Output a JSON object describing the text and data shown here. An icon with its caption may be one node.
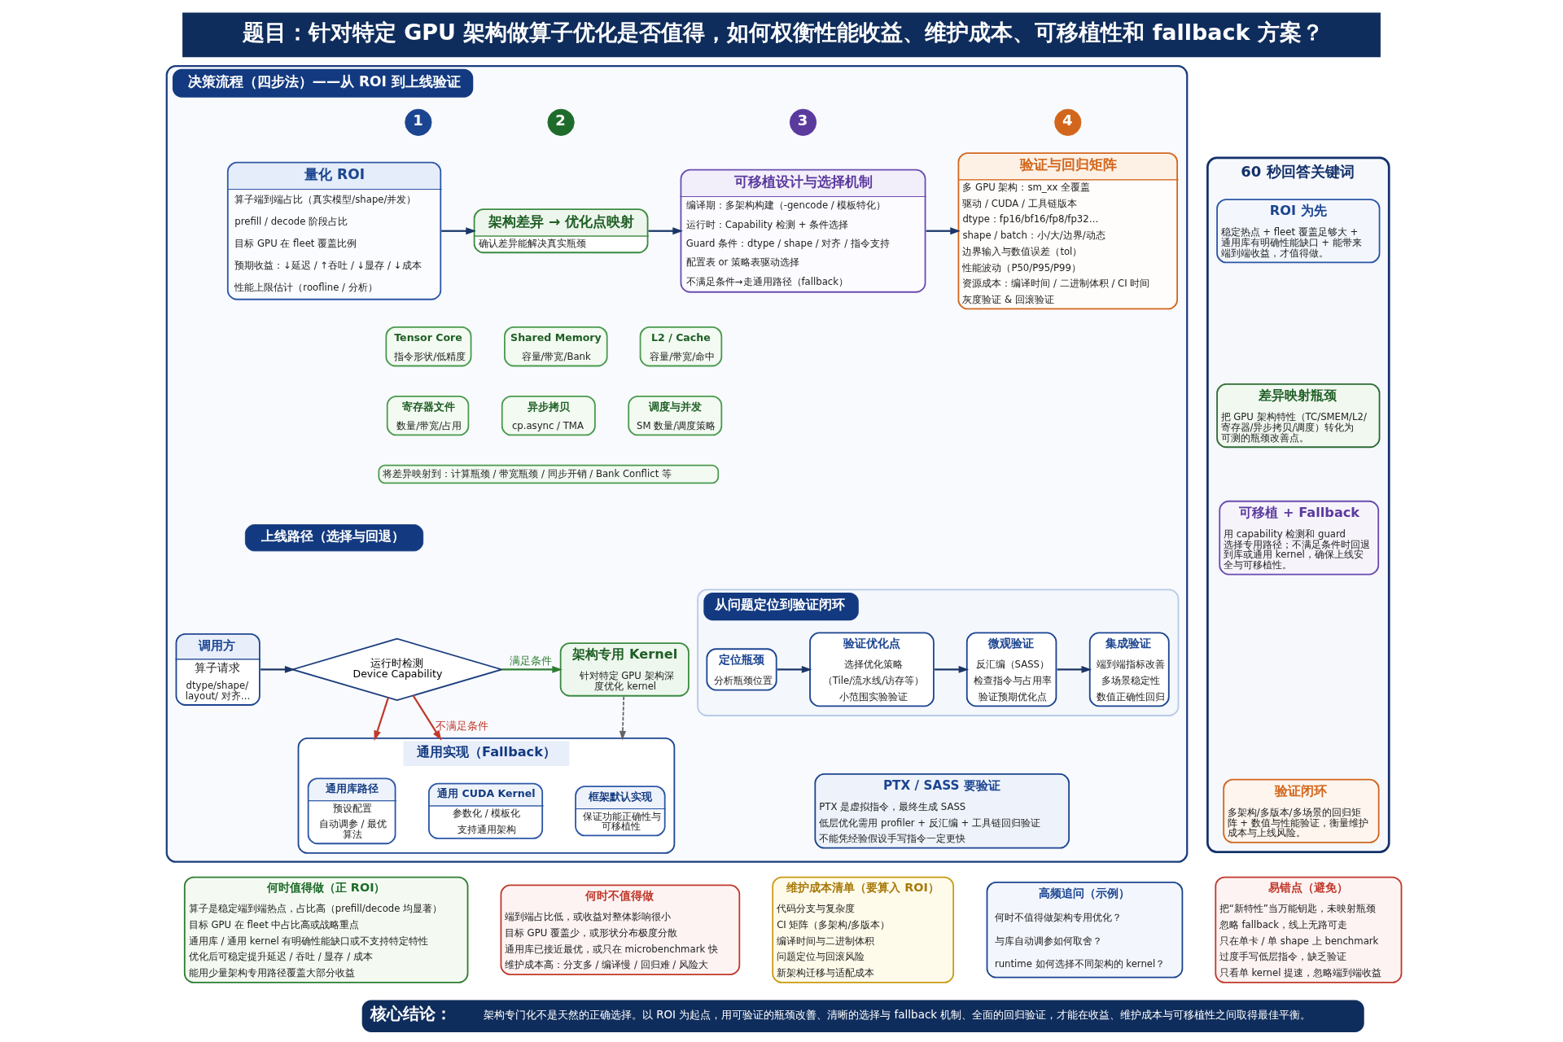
{
  "diagram": {
    "title": "题目：针对特定 GPU 架构做算子优化是否值得，如何权衡性能收益、维护成本、可移植性和 fallback 方案？",
    "nodes": [
      {
        "text": [
          "决策流程（四步法）——从 ROI 到上线验证"
        ]
      },
      {
        "text": [
          "1"
        ],
        "in": 0
      },
      {
        "text": [
          "量化 ROI",
          "算子端到端占比（真实模型/shape/并发）",
          "prefill / decode 阶段占比",
          "目标 GPU 在 fleet 覆盖比例",
          "预期收益：↓延迟 / ↑吞吐 / ↓显存 / ↓成本",
          "性能上限估计（roofline / 分析）"
        ],
        "in": 0
      },
      {
        "text": [
          "2"
        ],
        "in": 0
      },
      {
        "text": [
          "架构差异 → 优化点映射",
          "确认差异能解决真实瓶颈"
        ],
        "in": 0
      },
      {
        "text": [
          "Tensor Core",
          "指令形状/低精度"
        ],
        "in": 0
      },
      {
        "text": [
          "Shared Memory",
          "容量/带宽/Bank"
        ],
        "in": 0
      },
      {
        "text": [
          "L2 / Cache",
          "容量/带宽/命中"
        ],
        "in": 0
      },
      {
        "text": [
          "寄存器文件",
          "数量/带宽/占用"
        ],
        "in": 0
      },
      {
        "text": [
          "异步拷贝",
          "cp.async / TMA"
        ],
        "in": 0
      },
      {
        "text": [
          "调度与并发",
          "SM 数量/调度策略"
        ],
        "in": 0
      },
      {
        "text": [
          "将差异映射到：计算瓶颈 / 带宽瓶颈 / 同步开销 / Bank Conflict 等"
        ],
        "in": 0
      },
      {
        "text": [
          "3"
        ],
        "in": 0
      },
      {
        "text": [
          "可移植设计与选择机制",
          "编译期：多架构构建（-gencode / 模板特化）",
          "运行时：Capability 检测 + 条件选择",
          "Guard 条件：dtype / shape / 对齐 / 指令支持",
          "配置表 or 策略表驱动选择",
          "不满足条件→走通用路径（fallback）"
        ],
        "in": 0
      },
      {
        "text": [
          "4"
        ],
        "in": 0
      },
      {
        "text": [
          "验证与回归矩阵",
          "多 GPU 架构：sm_xx 全覆盖",
          "驱动 / CUDA / 工具链版本",
          "dtype：fp16/bf16/fp8/fp32…",
          "shape / batch：小/大/边界/动态",
          "边界输入与数值误差（tol）",
          "性能波动（P50/P95/P99）",
          "资源成本：编译时间 / 二进制体积 / CI 时间",
          "灰度验证 & 回滚验证"
        ],
        "in": 0
      },
      {
        "text": [
          "上线路径（选择与回退）"
        ],
        "in": 0
      },
      {
        "text": [
          "调用方",
          "算子请求",
          "dtype/shape/ layout/ 对齐…"
        ],
        "in": 0
      },
      {
        "text": [
          "运行时检测",
          "Device Capability"
        ],
        "in": 0
      },
      {
        "text": [
          "架构专用 Kernel",
          "针对特定 GPU 架构深度优化 kernel"
        ],
        "in": 0
      },
      {
        "text": [
          "通用实现（Fallback）"
        ],
        "in": 0
      },
      {
        "text": [
          "通用库路径",
          "预设配置",
          "自动调参 / 最优算法"
        ],
        "in": 20
      },
      {
        "text": [
          "通用 CUDA Kernel",
          "参数化 / 模板化",
          "支持通用架构"
        ],
        "in": 20
      },
      {
        "text": [
          "框架默认实现",
          "保证功能正确性与可移植性"
        ],
        "in": 20
      },
      {
        "text": [
          "从问题定位到验证闭环"
        ],
        "in": 0
      },
      {
        "text": [
          "定位瓶颈",
          "分析瓶颈位置"
        ],
        "in": 24
      },
      {
        "text": [
          "验证优化点",
          "选择优化策略",
          "（Tile/流水线/访存等）",
          "小范围实验验证"
        ],
        "in": 24
      },
      {
        "text": [
          "微观验证",
          "反汇编（SASS）",
          "检查指令与占用率",
          "验证预期优化点"
        ],
        "in": 24
      },
      {
        "text": [
          "集成验证",
          "端到端指标改善",
          "多场景稳定性",
          "数值正确性回归"
        ],
        "in": 24
      },
      {
        "text": [
          "PTX / SASS 要验证",
          "PTX 是虚拟指令，最终生成 SASS",
          "低层优化需用 profiler + 反汇编 + 工具链回归验证",
          "不能凭经验假设手写指令一定更快"
        ],
        "in": 0
      },
      {
        "text": [
          "60 秒回答关键词"
        ]
      },
      {
        "text": [
          "ROI 为先",
          "稳定热点 + fleet 覆盖足够大 + 通用库有明确性能缺口 + 能带来端到端收益，才值得做。"
        ],
        "in": 30
      },
      {
        "text": [
          "差异映射瓶颈",
          "把 GPU 架构特性（TC/SMEM/L2/寄存器/异步拷贝/调度）转化为可测的瓶颈改善点。"
        ],
        "in": 30
      },
      {
        "text": [
          "可移植 + Fallback",
          "用 capability 检测和 guard 选择专用路径；不满足条件时回退到库或通用 kernel，确保上线安全与可移植性。"
        ],
        "in": 30
      },
      {
        "text": [
          "验证闭环",
          "多架构/多版本/多场景的回归矩阵 + 数值与性能验证，衡量维护成本与上线风险。"
        ],
        "in": 30
      },
      {
        "text": [
          "何时值得做（正 ROI）",
          "算子是稳定端到端热点，占比高（prefill/decode 均显著）",
          "目标 GPU 在 fleet 中占比高或战略重点",
          "通用库 / 通用 kernel 有明确性能缺口或不支持特定特性",
          "优化后可稳定提升延迟 / 吞吐 / 显存 / 成本",
          "能用少量架构专用路径覆盖大部分收益"
        ]
      },
      {
        "text": [
          "何时不值得做",
          "端到端占比低，或收益对整体影响很小",
          "目标 GPU 覆盖少，或形状分布极度分散",
          "通用库已接近最优，或只在 microbenchmark 快",
          "维护成本高：分支多 / 编译慢 / 回归难 / 风险大"
        ]
      },
      {
        "text": [
          "维护成本清单（要算入 ROI）",
          "代码分支与复杂度",
          "CI 矩阵（多架构/多版本）",
          "编译时间与二进制体积",
          "问题定位与回滚风险",
          "新架构迁移与适配成本"
        ]
      },
      {
        "text": [
          "高频追问（示例）",
          "何时不值得做架构专用优化？",
          "与库自动调参如何取舍？",
          "runtime 如何选择不同架构的 kernel？"
        ]
      },
      {
        "text": [
          "易错点（避免）",
          "把“新特性”当万能钥匙，未映射瓶颈",
          "忽略 fallback，线上无路可走",
          "只在单卡 / 单 shape 上 benchmark",
          "过度手写低层指令，缺乏验证",
          "只看单 kernel 提速，忽略端到端收益"
        ]
      },
      {
        "text": [
          "核心结论：",
          "架构专门化不是天然的正确选择。以 ROI 为起点，用可验证的瓶颈改善、清晰的选择与 fallback 机制、全面的回归验证，才能在收益、维护成本与可移植性之间取得最佳平衡。"
        ]
      }
    ],
    "edges": [
      {
        "from": 2,
        "to": 4,
        "arrow": "to"
      },
      {
        "from": 4,
        "to": 13,
        "arrow": "to"
      },
      {
        "from": 13,
        "to": 15,
        "arrow": "to"
      },
      {
        "from": 17,
        "to": 18,
        "arrow": "to"
      },
      {
        "from": 18,
        "to": 19,
        "arrow": "to",
        "label": "满足条件",
        "color": "#2e7d32"
      },
      {
        "from": 18,
        "to": 20,
        "arrow": "to",
        "color": "#c0392b"
      },
      {
        "from": 18,
        "to": 20,
        "arrow": "to",
        "label": "不满足条件",
        "color": "#c0392b"
      },
      {
        "from": 19,
        "to": 20,
        "arrow": "to",
        "style": "dashed",
        "color": "#666666"
      },
      {
        "from": 25,
        "to": 26,
        "arrow": "to"
      },
      {
        "from": 26,
        "to": 27,
        "arrow": "to"
      },
      {
        "from": 27,
        "to": 28,
        "arrow": "to"
      }
    ]
  }
}
